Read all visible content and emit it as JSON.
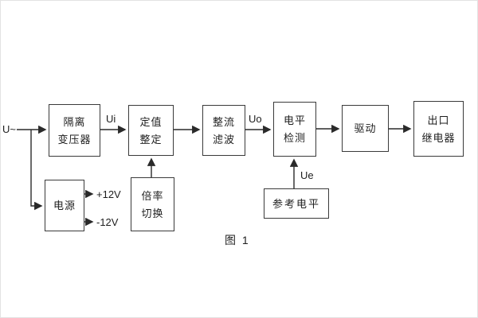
{
  "figure": {
    "caption": "图 1"
  },
  "labels": {
    "u_in": "U~",
    "ui": "Ui",
    "uo": "Uo",
    "ue": "Ue",
    "plus12v": "+12V",
    "minus12v": "-12V"
  },
  "blocks": {
    "isolation_transformer": [
      "隔离",
      "变压器"
    ],
    "value_setting": [
      "定值",
      "整定"
    ],
    "rectify_filter": [
      "整流",
      "滤波"
    ],
    "level_detect": [
      "电平",
      "检测"
    ],
    "drive": [
      "驱动"
    ],
    "outlet_relay": [
      "出口",
      "继电器"
    ],
    "power": [
      "电源"
    ],
    "ratio_switch": [
      "倍率",
      "切换"
    ],
    "reference_level": [
      "参考电平"
    ]
  }
}
